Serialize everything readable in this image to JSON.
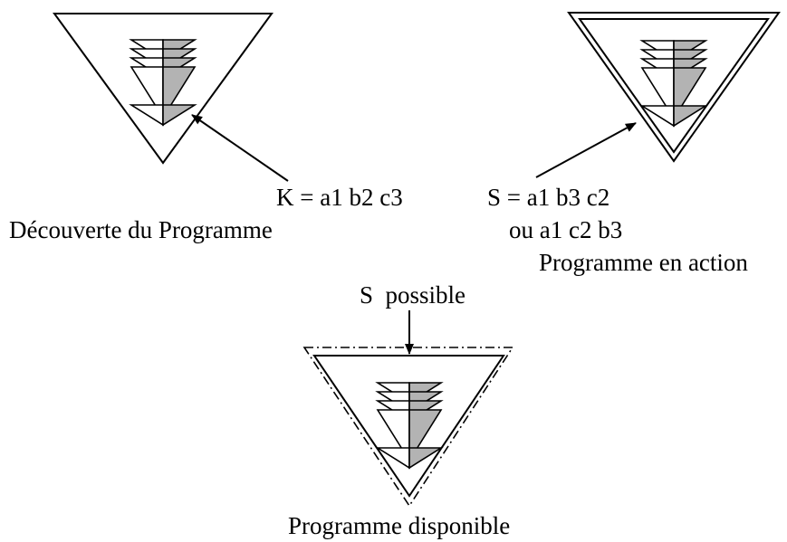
{
  "colors": {
    "stroke": "#000000",
    "shade": "#b3b3b3",
    "background": "#ffffff"
  },
  "figures": [
    {
      "name": "programme-discovery",
      "border": "single",
      "icon": "stacked-chevron-arrow-icon",
      "caption": "Découverte du Programme",
      "formula": "K = a1 b2 c3",
      "pointer": "arrow-to-symbol"
    },
    {
      "name": "programme-in-action",
      "border": "double",
      "icon": "stacked-chevron-arrow-icon",
      "caption": "Programme en action",
      "formula": "S = a1 b3 c2",
      "formula_alt": "ou a1 c2 b3",
      "pointer": "arrow-to-inner-border"
    },
    {
      "name": "programme-available",
      "border": "single-with-dash-dot-outline",
      "icon": "stacked-chevron-arrow-icon",
      "caption": "Programme disponible",
      "formula": "S  possible",
      "pointer": "arrow-down-to-outline"
    }
  ]
}
